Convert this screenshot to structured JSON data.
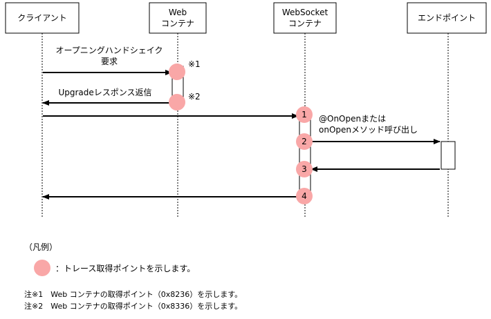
{
  "participants": {
    "client": "クライアント",
    "web_l1": "Web",
    "web_l2": "コンテナ",
    "ws_l1": "WebSocket",
    "ws_l2": "コンテナ",
    "endpoint": "エンドポイント"
  },
  "messages": {
    "handshake_l1": "オープニングハンドシェイク",
    "handshake_l2": "要求",
    "upgrade": "Upgradeレスポンス返信",
    "onopen_l1": "@OnOpenまたは",
    "onopen_l2": "onOpenメソッド呼び出し"
  },
  "markers": {
    "note1": "※1",
    "note2": "※2",
    "n1": "1",
    "n2": "2",
    "n3": "3",
    "n4": "4"
  },
  "legend": {
    "title": "（凡例）",
    "trace_point": "：トレース取得ポイントを示します。",
    "note1": "注※1　Web コンテナの取得ポイント（0x8236）を示します。",
    "note2": "注※2　Web コンテナの取得ポイント（0x8336）を示します。"
  },
  "colors": {
    "trace_point": "#f9a7a7",
    "line": "#000000"
  }
}
